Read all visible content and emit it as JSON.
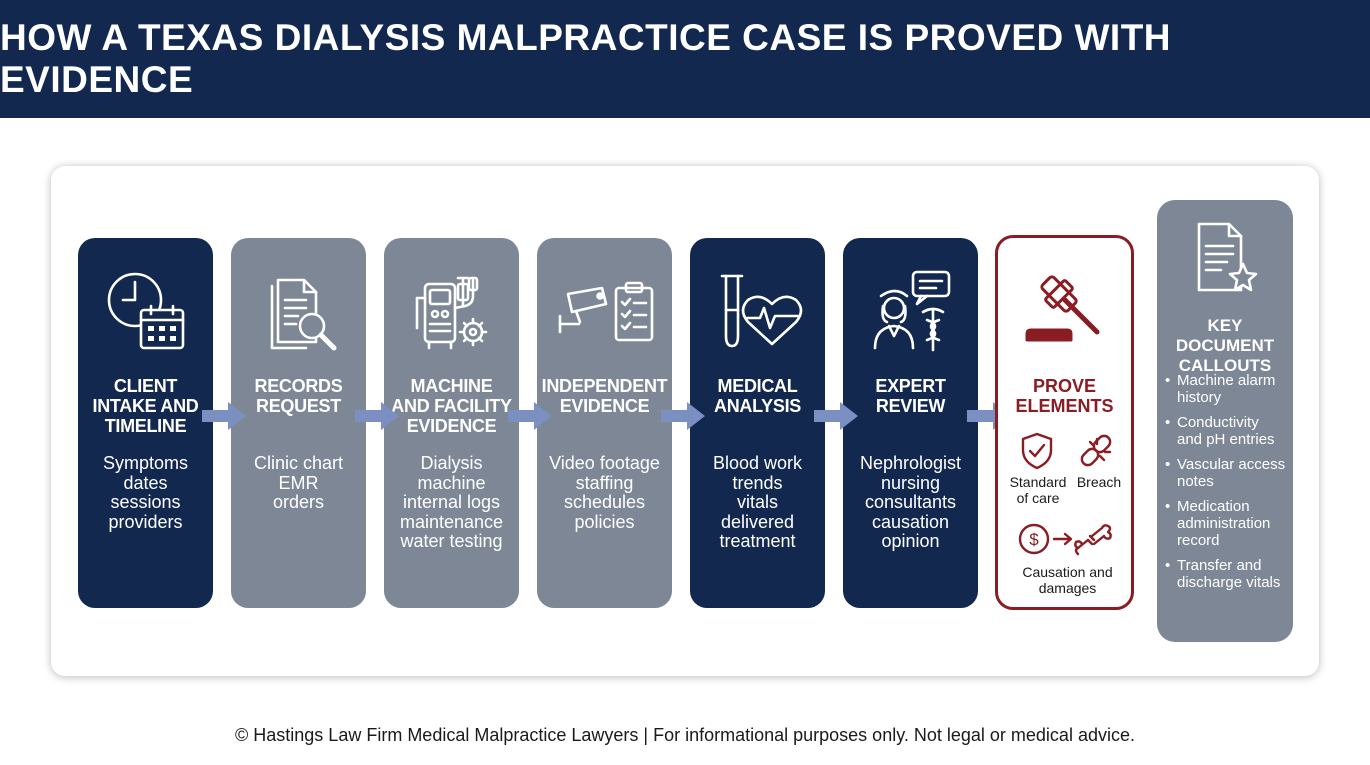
{
  "header": {
    "title": "HOW A TEXAS DIALYSIS MALPRACTICE CASE IS PROVED WITH EVIDENCE"
  },
  "steps": [
    {
      "title_lines": [
        "CLIENT",
        "INTAKE AND",
        "TIMELINE"
      ],
      "body_lines": [
        "Symptoms",
        "dates",
        "sessions",
        "providers"
      ],
      "icon": "clock-calendar-icon",
      "style": "dark"
    },
    {
      "title_lines": [
        "RECORDS",
        "REQUEST"
      ],
      "body_lines": [
        "Clinic chart",
        "EMR",
        "orders"
      ],
      "icon": "document-search-icon",
      "style": "gray"
    },
    {
      "title_lines": [
        "MACHINE",
        "AND FACILITY",
        "EVIDENCE"
      ],
      "body_lines": [
        "Dialysis",
        "machine",
        "internal logs",
        "maintenance",
        "water testing"
      ],
      "icon": "dialysis-machine-gear-icon",
      "style": "gray"
    },
    {
      "title_lines": [
        "INDEPENDENT",
        "EVIDENCE"
      ],
      "body_lines": [
        "Video footage",
        "staffing",
        "schedules",
        "policies"
      ],
      "icon": "camera-clipboard-icon",
      "style": "gray"
    },
    {
      "title_lines": [
        "MEDICAL",
        "ANALYSIS"
      ],
      "body_lines": [
        "Blood work",
        "trends",
        "vitals",
        "delivered",
        "treatment"
      ],
      "icon": "test-tube-heart-icon",
      "style": "dark"
    },
    {
      "title_lines": [
        "EXPERT",
        "REVIEW"
      ],
      "body_lines": [
        "Nephrologist",
        "nursing",
        "consultants",
        "causation",
        "opinion"
      ],
      "icon": "doctor-caduceus-icon",
      "style": "dark"
    }
  ],
  "prove": {
    "title_lines": [
      "PROVE",
      "ELEMENTS"
    ],
    "elements": [
      {
        "label_lines": [
          "Standard",
          "of care"
        ],
        "icon": "shield-check-icon"
      },
      {
        "label_lines": [
          "Breach"
        ],
        "icon": "broken-chain-icon"
      },
      {
        "label_lines": [
          "Causation and",
          "damages"
        ],
        "icon": "dollar-arrow-broken-bone-icon"
      }
    ],
    "icon": "gavel-icon"
  },
  "key_documents": {
    "title_lines": [
      "KEY DOCUMENT",
      "CALLOUTS"
    ],
    "items": [
      [
        "Machine alarm",
        "history"
      ],
      [
        "Conductivity",
        "and pH entries"
      ],
      [
        "Vascular access",
        "notes"
      ],
      [
        "Medication",
        "administration",
        "record"
      ],
      [
        "Transfer and",
        "discharge vitals"
      ]
    ],
    "icon": "document-star-icon"
  },
  "footer": {
    "text": "© Hastings Law Firm Medical Malpractice Lawyers | For informational purposes only. Not legal or medical advice."
  },
  "colors": {
    "navy": "#12284f",
    "gray": "#7d8796",
    "maroon": "#8a1c24",
    "arrow": "#7b8fc0"
  }
}
